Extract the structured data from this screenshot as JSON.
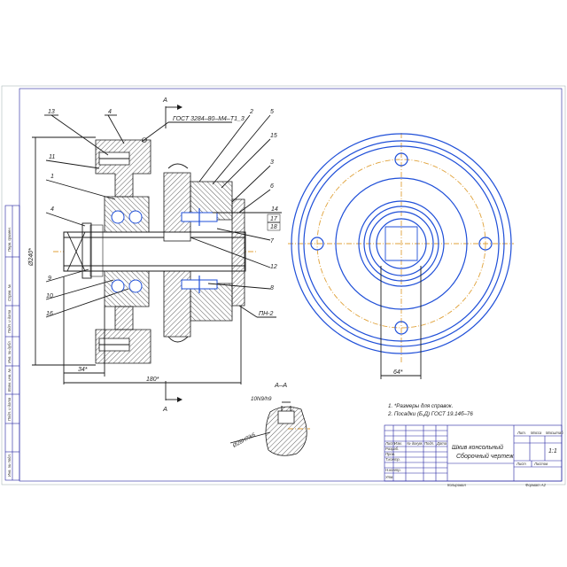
{
  "drawing": {
    "section_mark": "А",
    "section_title": "А–А",
    "standard_ref": "ГОСТ 3284–80–М4–Т1_3",
    "callouts": [
      "13",
      "4",
      "11",
      "1",
      "4",
      "9",
      "10",
      "16",
      "2",
      "5",
      "15",
      "3",
      "6",
      "14",
      "17",
      "18",
      "7",
      "12",
      "8"
    ],
    "dimensions": {
      "diameter_vertical": "Ø240*",
      "len_small": "34*",
      "len_long": "180*",
      "section_top": "10N9/h9",
      "section_left": "Ø28H7/k6",
      "right_bottom": "64*",
      "fit_ref": "ПН-2"
    },
    "notes": [
      "1. *Размеры для справок.",
      "2. Посадки (Б,Д) ГОСТ 19.14б–76"
    ]
  },
  "title_block": {
    "title_line1": "Шкив консольный",
    "title_line2": "Сборочный чертеж",
    "sheet_label": "Лит.",
    "mass_label": "Масса",
    "scale_label": "Масштаб",
    "scale_value": "1:1",
    "sheet": "Лист",
    "sheets": "Листов",
    "rows": [
      "Изм.",
      "Лист",
      "№ докум.",
      "Подп.",
      "Дата",
      "Разраб.",
      "Пров.",
      "Т.контр.",
      "Н.контр.",
      "Утв."
    ],
    "copied": "Копировал",
    "format": "Формат А2"
  },
  "side_strip": [
    "Перв. примен.",
    "Справ. №",
    "Подп. и дата",
    "Инв. № дубл.",
    "Взам. инв. №",
    "Подп. и дата",
    "Инв. № подл."
  ],
  "colors": {
    "ink": "#1a1a1a",
    "blue": "#1f4fd8",
    "center": "#e0a23a",
    "frame": "#2020a0"
  }
}
